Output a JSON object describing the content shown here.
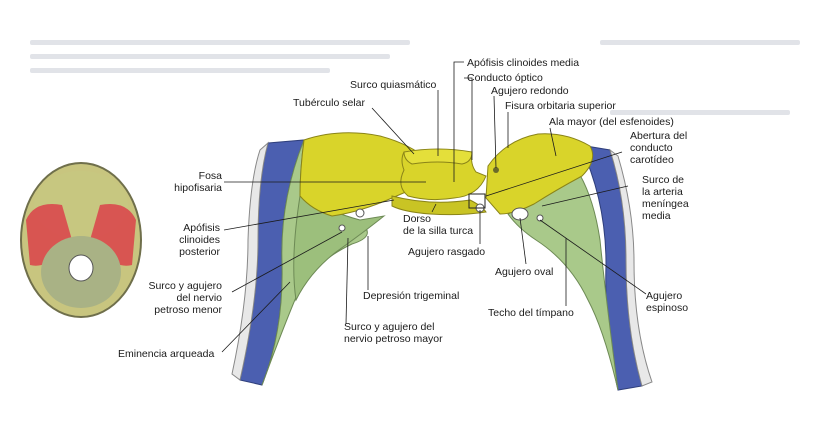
{
  "labels": {
    "surco_quiasmatico": "Surco quiasmático",
    "apofisis_clinoides_media": "Apófisis clinoides media",
    "conducto_optico": "Conducto óptico",
    "agujero_redondo": "Agujero redondo",
    "fisura_orbitaria_superior": "Fisura orbitaria superior",
    "tuberculo_selar": "Tubérculo selar",
    "ala_mayor": "Ala mayor (del esfenoides)",
    "abertura_l1": "Abertura del",
    "abertura_l2": "conducto",
    "abertura_l3": "carotídeo",
    "fosa_l1": "Fosa",
    "fosa_l2": "hipofisaria",
    "surco_arteria_l1": "Surco de",
    "surco_arteria_l2": "la arteria",
    "surco_arteria_l3": "meníngea",
    "surco_arteria_l4": "media",
    "apofisis_post_l1": "Apófisis",
    "apofisis_post_l2": "clinoides",
    "apofisis_post_l3": "posterior",
    "dorso_l1": "Dorso",
    "dorso_l2": "de la silla turca",
    "agujero_rasgado": "Agujero rasgado",
    "agujero_oval": "Agujero oval",
    "surco_petroso_menor_l1": "Surco y agujero",
    "surco_petroso_menor_l2": "del nervio",
    "surco_petroso_menor_l3": "petroso menor",
    "depresion_trigeminal": "Depresión trigeminal",
    "agujero_espinoso_l1": "Agujero",
    "agujero_espinoso_l2": "espinoso",
    "techo_timpano": "Techo del tímpano",
    "surco_petroso_mayor_l1": "Surco y agujero del",
    "surco_petroso_mayor_l2": "nervio petroso mayor",
    "eminencia_arqueada": "Eminencia arqueada"
  },
  "colors": {
    "sphenoid": "#d9d42a",
    "temporal": "#a9c98a",
    "dura_edge": "#4b5fb0",
    "skull_highlight": "#d9484c",
    "background": "#ffffff"
  }
}
